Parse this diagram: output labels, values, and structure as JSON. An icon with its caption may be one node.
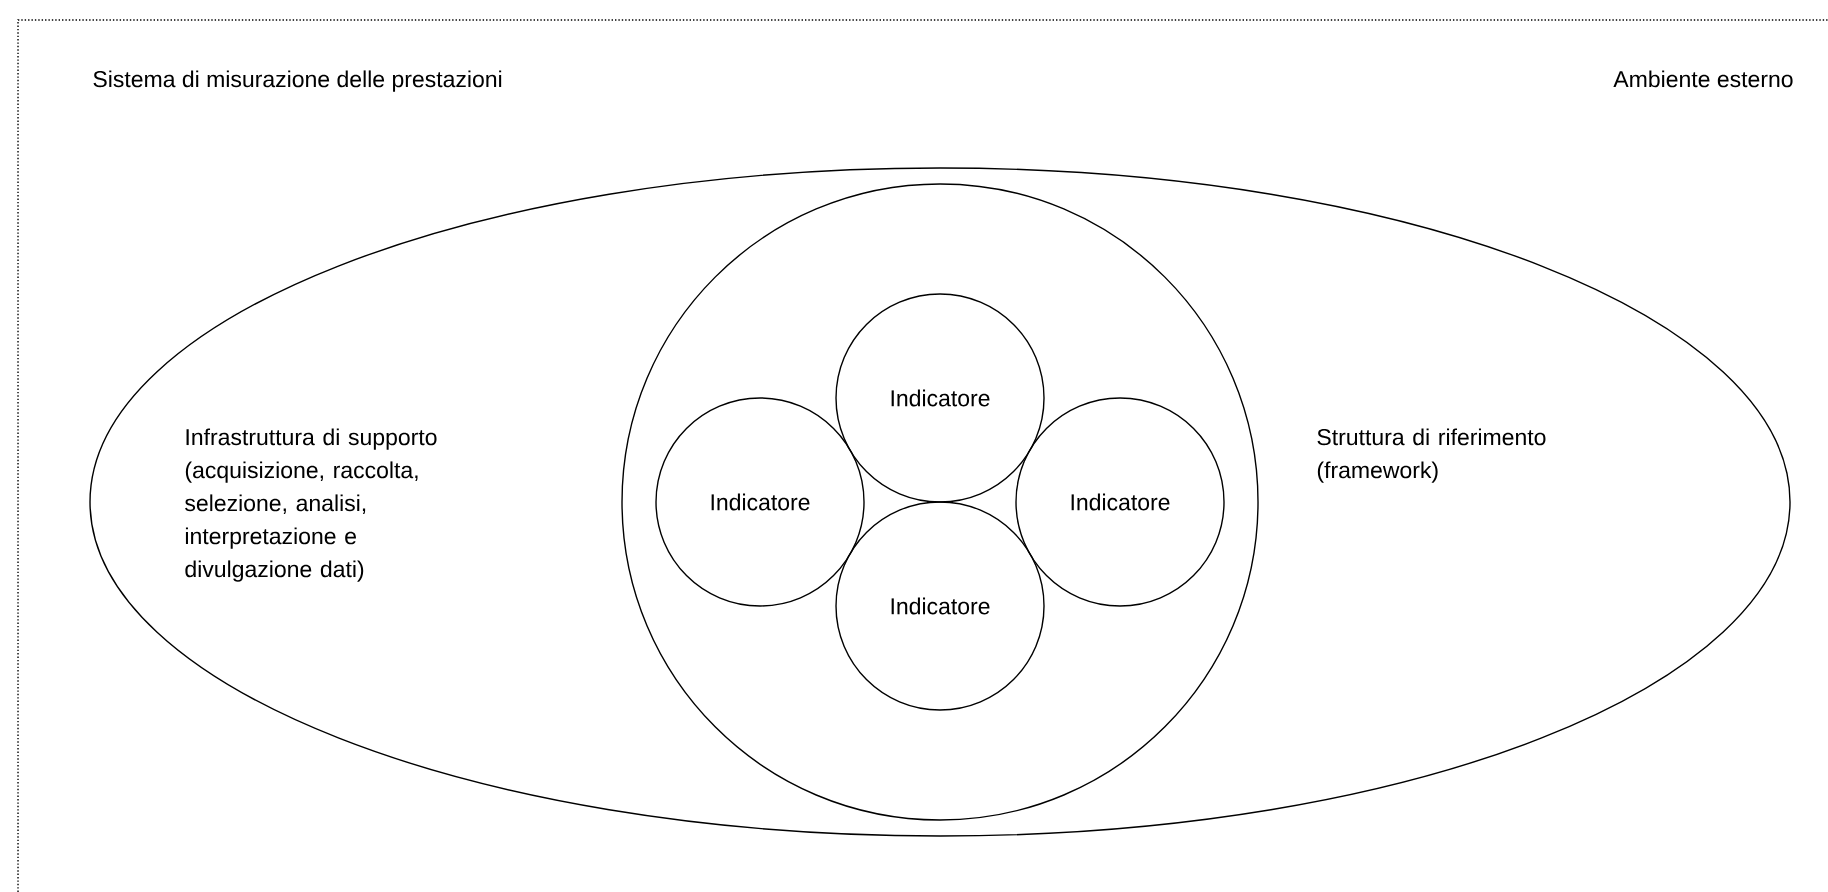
{
  "diagram": {
    "nodes": [
      {
        "text": [
          "Infrastruttura di supporto (acquisizione, raccolta, selezione, analisi, interpretazione e divulgazione dati)",
          "Struttura di riferimento (framework)"
        ]
      },
      {
        "text": [],
        "shape": "circle",
        "in": 0
      },
      {
        "text": [
          "Indicatore"
        ],
        "in": 1
      },
      {
        "text": [
          "Indicatore"
        ],
        "in": 1
      },
      {
        "text": [
          "Indicatore"
        ],
        "in": 1
      },
      {
        "text": [
          "Indicatore"
        ],
        "in": 1
      }
    ],
    "labels": [
      "Sistema di misurazione delle prestazioni",
      "Ambiente esterno"
    ]
  }
}
